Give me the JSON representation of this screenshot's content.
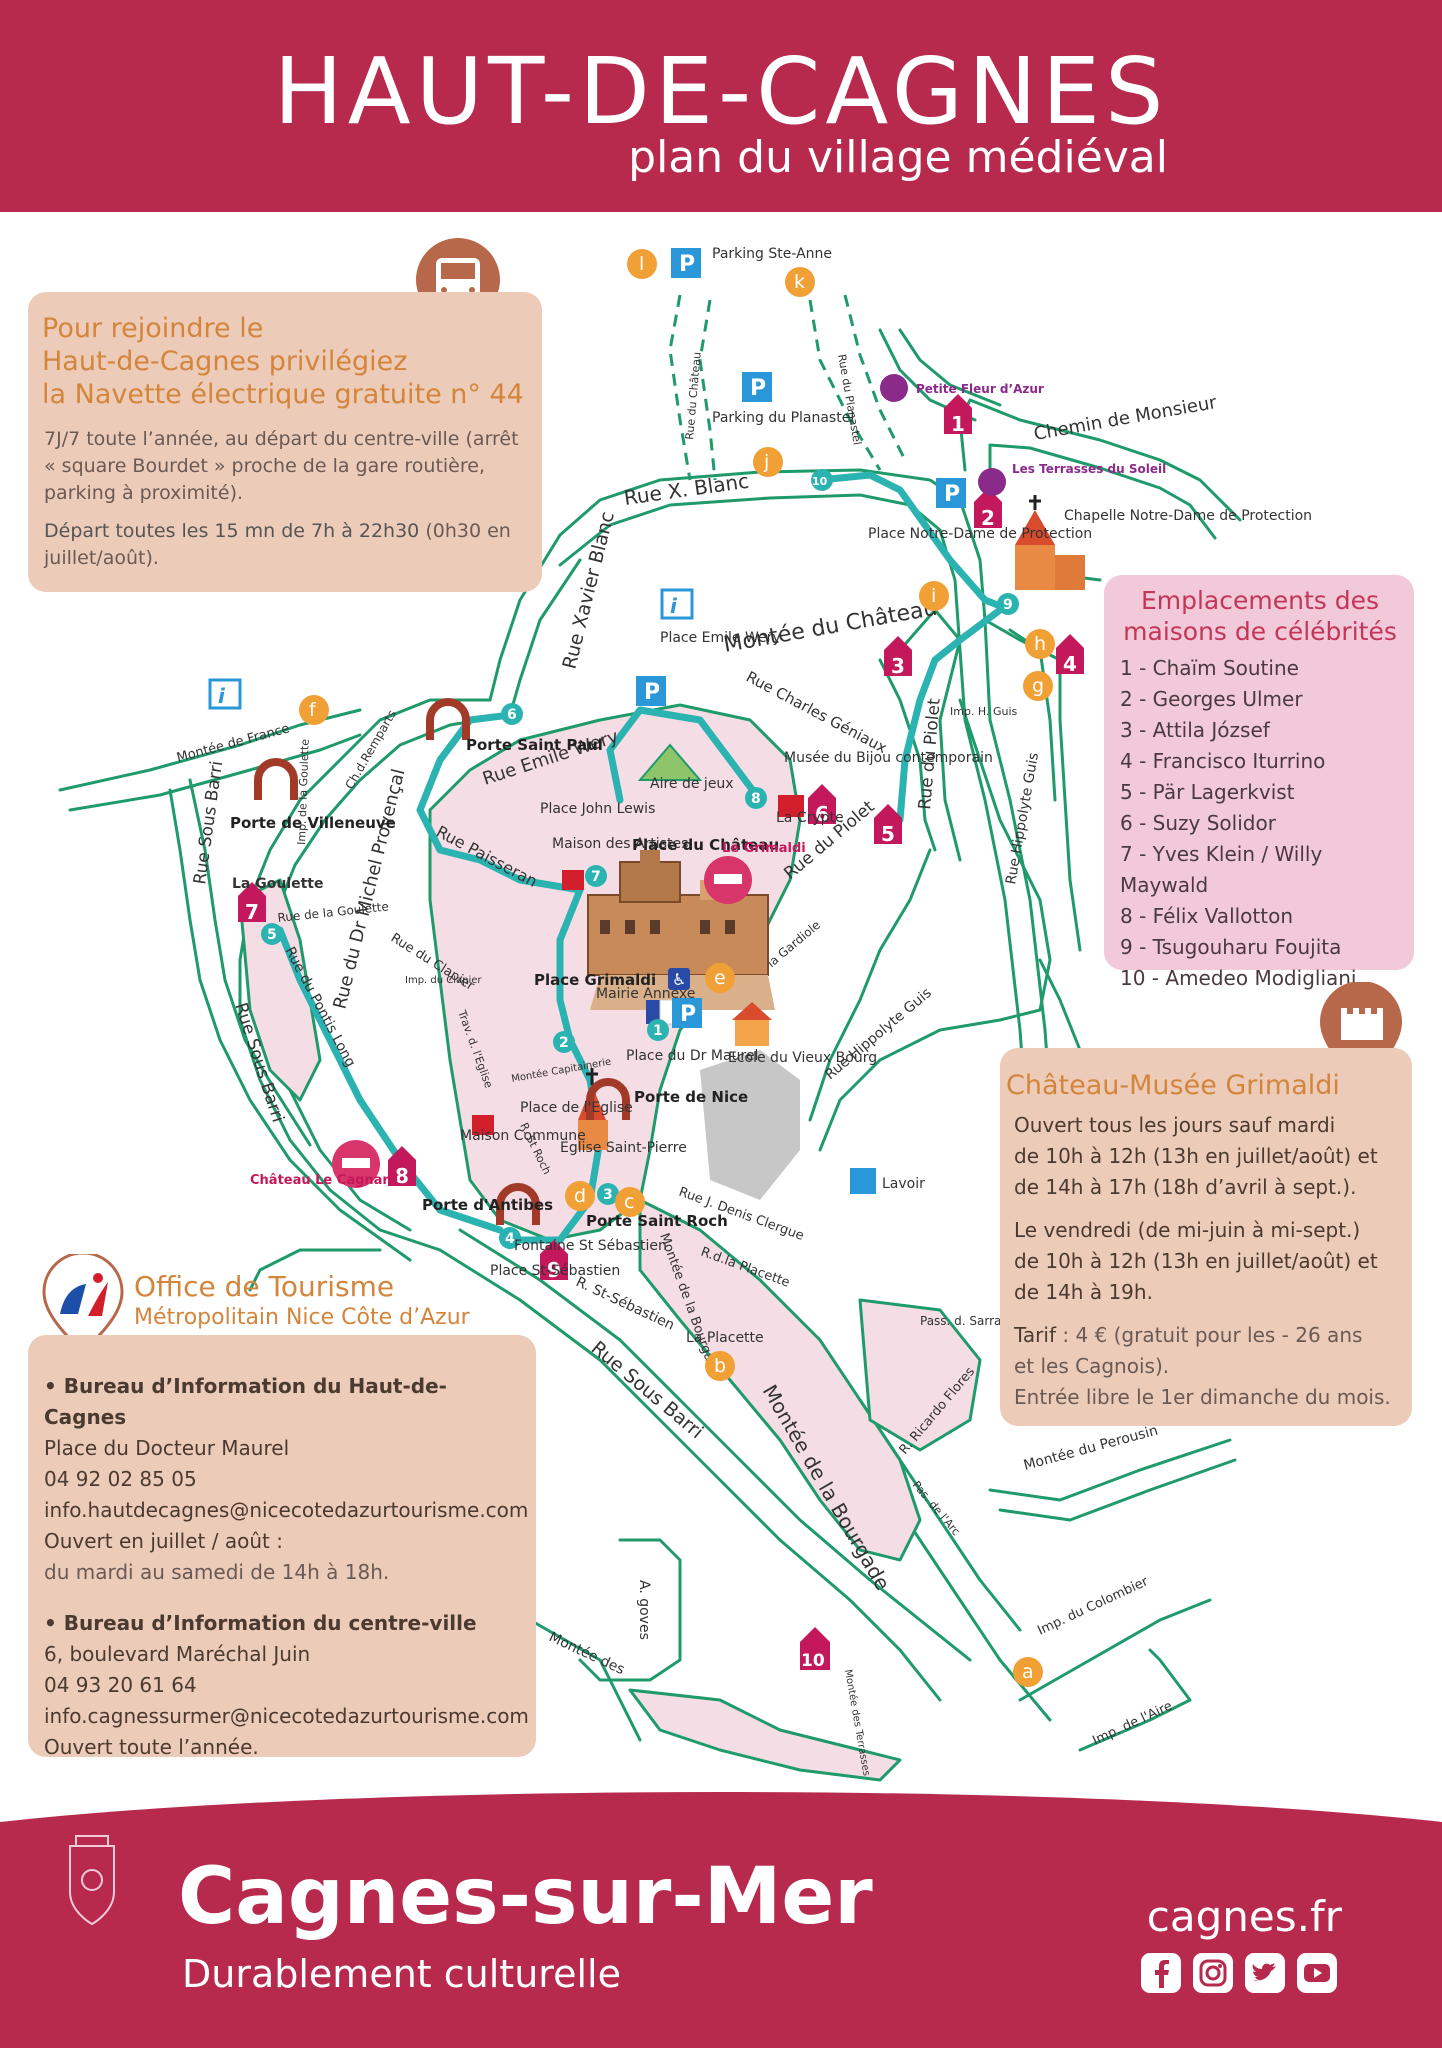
{
  "header": {
    "title": "HAUT-DE-CAGNES",
    "subtitle": "plan du village médiéval"
  },
  "navette": {
    "heading": [
      "Pour rejoindre le",
      "Haut-de-Cagnes privilégiez",
      "la Navette électrique gratuite n° 44"
    ],
    "para1": "7J/7 toute l’année, au départ du centre-ville (arrêt « square Bourdet » proche de la gare routière, parking à proximité).",
    "para2_bold": "Départ toutes les 15 mn de 7h à 22h30",
    "para2_rest": " (0h30 en juillet/août).",
    "icon": "bus-icon"
  },
  "celebrities": {
    "heading": [
      "Emplacements des",
      "maisons de célébrités"
    ],
    "items": [
      "1 - Chaïm Soutine",
      "2 - Georges Ulmer",
      "3 - Attila József",
      "4 - Francisco Iturrino",
      "5 - Pär Lagerkvist",
      "6 - Suzy Solidor",
      "7 - Yves Klein / Willy Maywald",
      "8 - Félix Vallotton",
      "9 - Tsugouharu Foujita",
      "10 - Amedeo Modigliani"
    ]
  },
  "chateau": {
    "heading": "Château-Musée Grimaldi",
    "lines": [
      "Ouvert tous les jours sauf mardi",
      "de 10h à 12h (13h en juillet/août) et",
      "de 14h à 17h (18h d’avril à sept.)."
    ],
    "lines2": [
      "Le vendredi (de mi-juin à mi-sept.)",
      "de 10h à 12h (13h en juillet/août) et",
      "de 14h à 19h."
    ],
    "tarif_label": "Tarif",
    "tarif": " : 4 € (gratuit pour les - 26 ans",
    "tarif2": "et les Cagnois).",
    "entree": "Entrée libre le 1er dimanche du mois.",
    "icon": "castle-icon"
  },
  "office": {
    "title": "Office de Tourisme",
    "subtitle": "Métropolitain Nice Côte d’Azur",
    "bureau1": {
      "name": "• Bureau d’Information du Haut-de-Cagnes",
      "address": "Place du Docteur Maurel",
      "phone": "04 92 02 85 05",
      "email": "info.hautdecagnes@nicecotedazurtourisme.com",
      "hours_label": "Ouvert en juillet / août :",
      "hours": "du mardi au samedi de 14h à 18h."
    },
    "bureau2": {
      "name": "• Bureau d’Information du centre-ville",
      "address": "6, boulevard Maréchal Juin",
      "phone": "04 93 20 61 64",
      "email": "info.cagnessurmer@nicecotedazurtourisme.com",
      "hours": "Ouvert toute l’année."
    }
  },
  "footer": {
    "brand": "Cagnes-sur-Mer",
    "tagline": "Durablement culturelle",
    "site": "cagnes.fr",
    "social": [
      "facebook-icon",
      "instagram-icon",
      "twitter-icon",
      "youtube-icon"
    ]
  },
  "map": {
    "streets": [
      "Rue X. Blanc",
      "Rue Xavier Blanc",
      "Montée du Château",
      "Rue Charles Géniaux",
      "Rue Emile Wery",
      "Rue Paisseran",
      "Ch.d.Remparts",
      "Montée de France",
      "Rue Sous Barri",
      "Rue Sous Barri",
      "Rue du Dr Michel Provençal",
      "Rue du Pontis Long",
      "Rue de la Goulette",
      "Imp. de la Goulette",
      "Rue du Clapier",
      "Imp. du Clapier",
      "Trav. d. l'Eglise",
      "Montée Capitainerie",
      "R. St Roch",
      "Rue J. Denis Clergue",
      "R.d.la Placette",
      "R. St-Sébastien",
      "Rue Sous Barri",
      "Montée de la Bourgade",
      "Montée de la Bourgade",
      "Rue du Piolet",
      "Rue du Piolet",
      "Rue Hippolyte Guis",
      "Rue Hippolyte Guis",
      "Imp. H. Guis",
      "R. de la Gardiole",
      "Chemin de Monsieur",
      "Rue du Château",
      "Rue du Planastel",
      "Pass. d. Sarrasins",
      "R. Ricardo Flores",
      "Pas. de l'Arc",
      "Montée du Perousin",
      "Imp. du Colombier",
      "Imp. de l'Aire",
      "Montée des",
      "A. goves",
      "Montée des Terrasses"
    ],
    "places": [
      "Parking Ste-Anne",
      "Parking du Planastel",
      "Petite Fleur d’Azur",
      "Les Terrasses du Soleil",
      "Chapelle Notre-Dame de Protection",
      "Place Notre-Dame de Protection",
      "Place Emile Wery",
      "Porte Saint Paul",
      "Aire de jeux",
      "Musée du Bijou contemporain",
      "La Crypte",
      "Place John Lewis",
      "Place du Château",
      "Le Grimaldi",
      "Maison des Artistes",
      "Porte de Villeneuve",
      "La Goulette",
      "Place Grimaldi",
      "Mairie Annexe",
      "Place du Dr Maurel",
      "Ecole du Vieux Bourg",
      "Porte de Nice",
      "Place de l'Eglise",
      "Eglise Saint-Pierre",
      "Maison Commune",
      "Château Le Cagnard",
      "Porte d'Antibes",
      "Porte Saint Roch",
      "Lavoir",
      "Place St-Sébastien",
      "La Placette",
      "Fontaine St Sébastien"
    ],
    "letters": [
      "a",
      "b",
      "c",
      "d",
      "e",
      "f",
      "g",
      "h",
      "i",
      "j",
      "k",
      "l"
    ],
    "stops": [
      "1",
      "2",
      "3",
      "4",
      "5",
      "6",
      "7",
      "8",
      "9",
      "10"
    ],
    "houses": [
      "1",
      "2",
      "3",
      "4",
      "5",
      "6",
      "7",
      "8",
      "9",
      "10"
    ]
  }
}
